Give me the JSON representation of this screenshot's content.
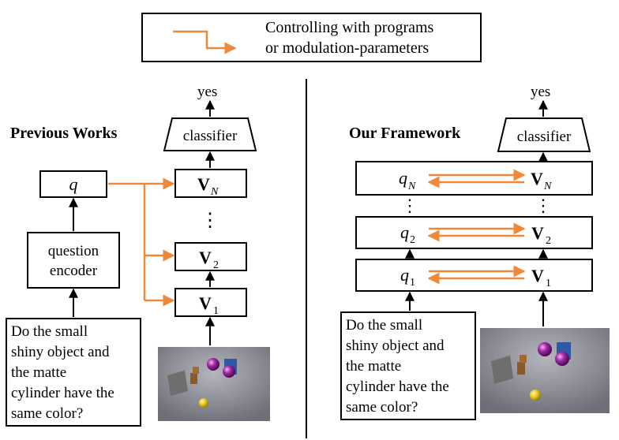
{
  "legend": {
    "line1": "Controlling with programs",
    "line2": "or modulation-parameters"
  },
  "colors": {
    "control_arrow": "#f0883a",
    "stroke": "#000000",
    "scene_bg": "#8a8a95"
  },
  "left_panel": {
    "title": "Previous Works",
    "output": "yes",
    "classifier": "classifier",
    "q": "q",
    "v_base": "V",
    "v_top_sub": "N",
    "v_mid_sub": "2",
    "v_bot_sub": "1",
    "ellipsis": "⋮",
    "encoder_line1": "question",
    "encoder_line2": "encoder",
    "question_lines": [
      "Do the small",
      "shiny object and",
      "the matte",
      "cylinder have the",
      "same color?"
    ]
  },
  "right_panel": {
    "title": "Our Framework",
    "output": "yes",
    "classifier": "classifier",
    "q": "q",
    "v_base": "V",
    "top_sub": "N",
    "mid_sub": "2",
    "bot_sub": "1",
    "ellipsis": "⋮",
    "question_lines": [
      "Do the small",
      "shiny object and",
      "the matte",
      "cylinder have the",
      "same color?"
    ]
  }
}
